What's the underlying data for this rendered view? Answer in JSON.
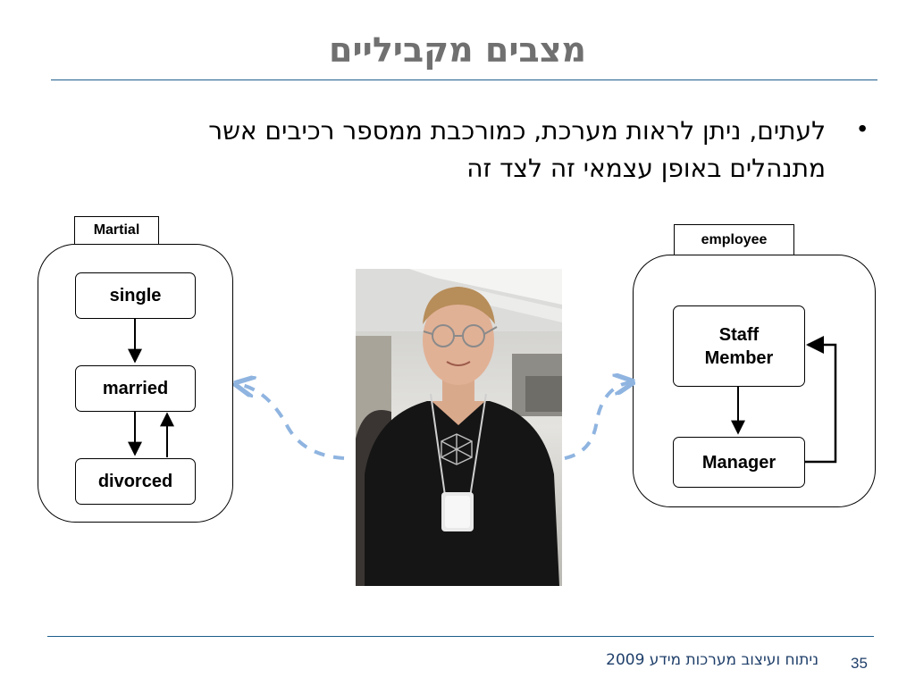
{
  "slide": {
    "title": "מצבים מקביליים",
    "bullet_line1": "לעתים, ניתן לראות מערכת, כמורכבת ממספר רכיבים אשר",
    "bullet_line2": "מתנהלים באופן עצמאי זה לצד זה"
  },
  "diagram_left": {
    "tab_label": "Martial",
    "states": [
      "single",
      "married",
      "divorced"
    ]
  },
  "diagram_right": {
    "tab_label": "employee",
    "states": [
      "Staff\nMember",
      "Manager"
    ]
  },
  "footer": {
    "course": "ניתוח  ועיצוב מערכות מידע  2009",
    "page_number": "35"
  },
  "colors": {
    "title": "#707070",
    "rule": "#1f5d8c",
    "footer_text": "#1f3f6a",
    "dashed_arrow": "#8fb4e0"
  }
}
